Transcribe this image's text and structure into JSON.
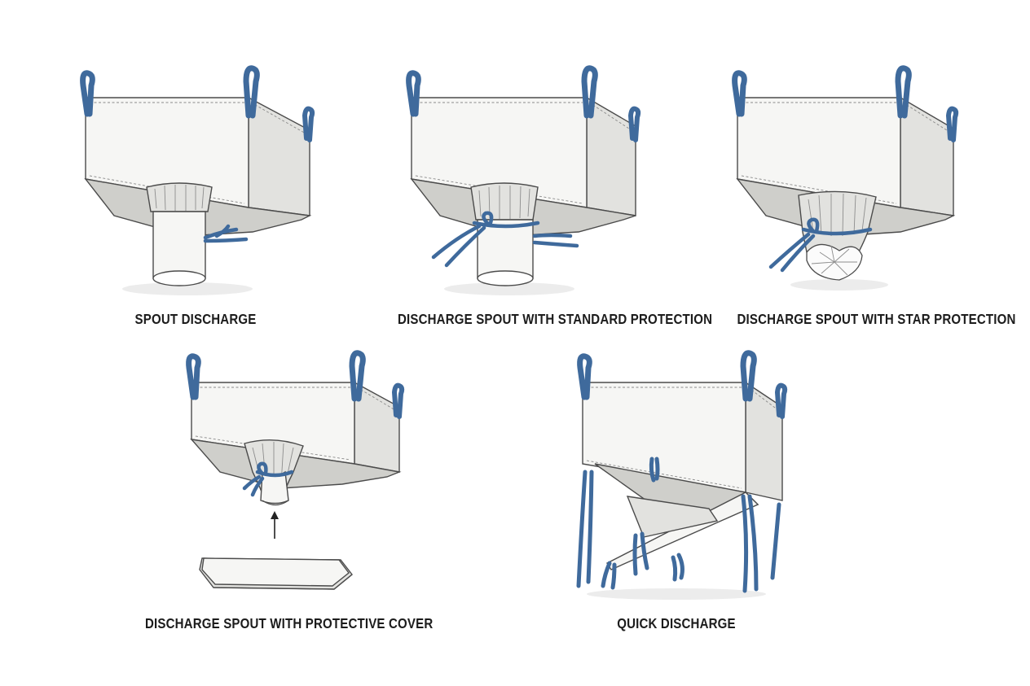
{
  "colors": {
    "strap": "#3f6a9c",
    "strap_dark": "#2e4f78",
    "fabric": "#f6f6f4",
    "fabric_shade": "#e2e2df",
    "outline": "#4b4b4b",
    "caption": "#1c1c1c"
  },
  "panels": [
    {
      "id": "spout-discharge",
      "caption": "SPOUT DISCHARGE"
    },
    {
      "id": "standard-protection",
      "caption": "DISCHARGE SPOUT WITH STANDARD PROTECTION"
    },
    {
      "id": "star-protection",
      "caption": "DISCHARGE SPOUT WITH STAR PROTECTION"
    },
    {
      "id": "protective-cover",
      "caption": "DISCHARGE SPOUT WITH PROTECTIVE COVER"
    },
    {
      "id": "quick-discharge",
      "caption": "QUICK DISCHARGE"
    }
  ]
}
